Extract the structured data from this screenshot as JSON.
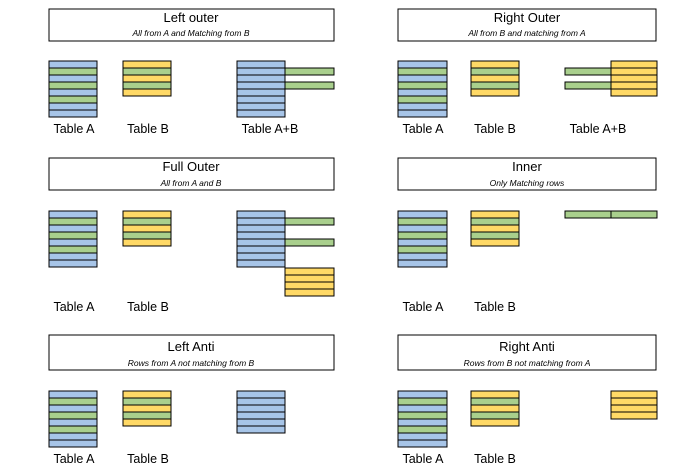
{
  "colors": {
    "blue": "#A7C5E8",
    "green": "#A9CF8D",
    "yellow": "#FFD966",
    "stroke": "#000000",
    "box": "#ffffff"
  },
  "panels": [
    {
      "title": "Left outer",
      "subtitle": "All from A and Matching from B",
      "labels": [
        "Table A",
        "Table B",
        "Table A+B"
      ]
    },
    {
      "title": "Right Outer",
      "subtitle": "All from B and matching from A",
      "labels": [
        "Table A",
        "Table B",
        "Table A+B"
      ]
    },
    {
      "title": "Full Outer",
      "subtitle": "All from A and B",
      "labels": [
        "Table A",
        "Table B"
      ]
    },
    {
      "title": "Inner",
      "subtitle": "Only Matching rows",
      "labels": [
        "Table A",
        "Table B"
      ]
    },
    {
      "title": "Left Anti",
      "subtitle": "Rows from A not matching from B",
      "labels": [
        "Table A",
        "Table B"
      ]
    },
    {
      "title": "Right Anti",
      "subtitle": "Rows from B not matching from A",
      "labels": [
        "Table A",
        "Table B"
      ]
    }
  ]
}
